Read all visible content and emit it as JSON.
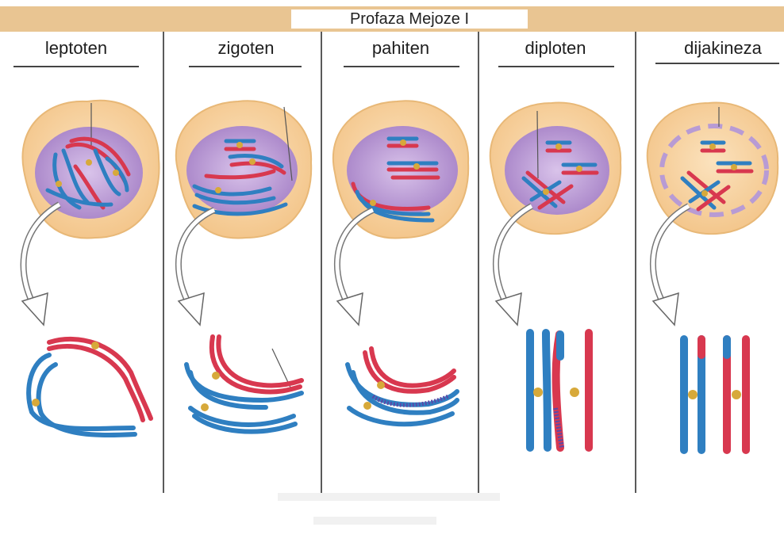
{
  "title": "Profaza Mejoze I",
  "stages": [
    {
      "id": "leptoten",
      "label": "leptoten"
    },
    {
      "id": "zigoten",
      "label": "zigoten"
    },
    {
      "id": "pahiten",
      "label": "pahiten"
    },
    {
      "id": "diploten",
      "label": "diploten"
    },
    {
      "id": "dijakineza",
      "label": "dijakineza"
    }
  ],
  "colors": {
    "header_bar": "#e9c592",
    "cell_fill": "#f6cf98",
    "cell_edge": "#e8b877",
    "nucleus": "#bfa2d6",
    "maternal_blue": "#2f7fc1",
    "paternal_red": "#d8384f",
    "centromere": "#d7a93a"
  }
}
